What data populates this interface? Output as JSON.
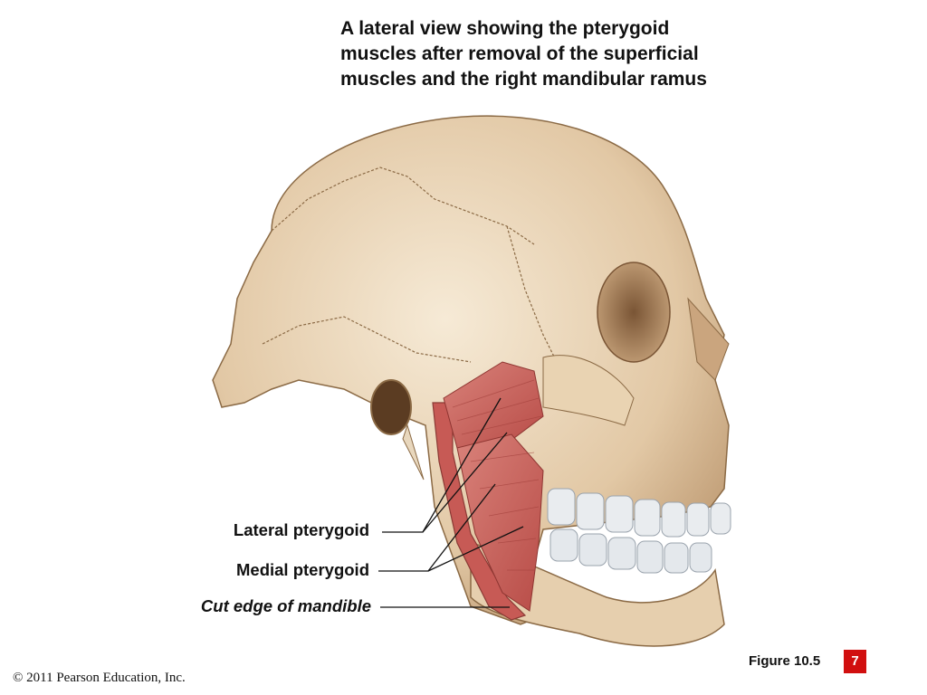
{
  "caption": {
    "line1": "A lateral view showing the pterygoid",
    "line2": "muscles after removal of the superficial",
    "line3": "muscles and the right mandibular ramus"
  },
  "labels": {
    "lateral_pterygoid": "Lateral pterygoid",
    "medial_pterygoid": "Medial pterygoid",
    "cut_edge": "Cut edge of mandible"
  },
  "footer": {
    "figure": "Figure 10.5",
    "page_number": "7",
    "copyright": "© 2011 Pearson Education, Inc."
  },
  "colors": {
    "bone_light": "#f3e3cc",
    "bone_mid": "#dcc19c",
    "bone_shadow": "#9e7a53",
    "muscle": "#cf6b63",
    "muscle_dark": "#a8403d",
    "teeth": "#e9ecef",
    "page_badge": "#d10f0f"
  }
}
